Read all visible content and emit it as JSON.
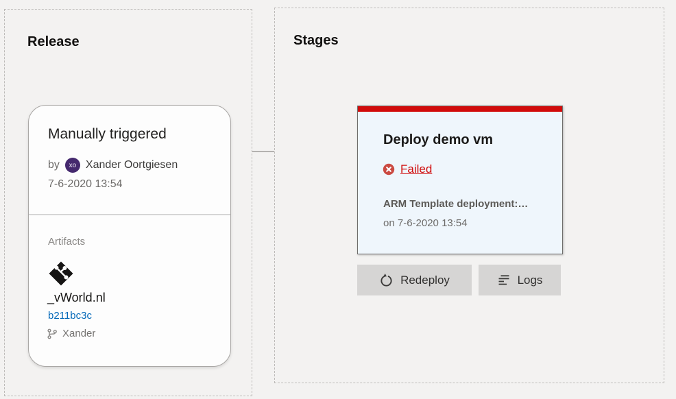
{
  "release_panel": {
    "title": "Release",
    "card": {
      "title": "Manually triggered",
      "by_label": "by",
      "author_initials": "xo",
      "author_name": "Xander Oortgiesen",
      "date": "7-6-2020 13:54",
      "artifacts_label": "Artifacts",
      "artifact_name": "_vWorld.nl",
      "artifact_commit": "b211bc3c",
      "artifact_branch": "Xander"
    }
  },
  "stages_panel": {
    "title": "Stages",
    "stage_card": {
      "title": "Deploy demo vm",
      "status": "Failed",
      "task": "ARM Template deployment:…",
      "timestamp": "on 7-6-2020 13:54"
    },
    "actions": {
      "redeploy_label": "Redeploy",
      "logs_label": "Logs"
    }
  },
  "icons": {
    "avatar": "initials-circle",
    "artifact": "git-logo-icon",
    "branch": "git-branch-icon",
    "status": "failed-circle-x-icon",
    "redeploy": "restart-arrow-icon",
    "logs": "log-lines-icon"
  },
  "colors": {
    "page_background": "#f3f2f1",
    "stage_status_red": "#d10b0b",
    "failed_text_red": "#d00d0d",
    "failed_icon_red": "#cb4a42",
    "stage_card_blue": "#eff6fc",
    "link_blue": "#0067b8",
    "avatar_purple": "#45296e",
    "button_gray": "#d6d5d4"
  }
}
